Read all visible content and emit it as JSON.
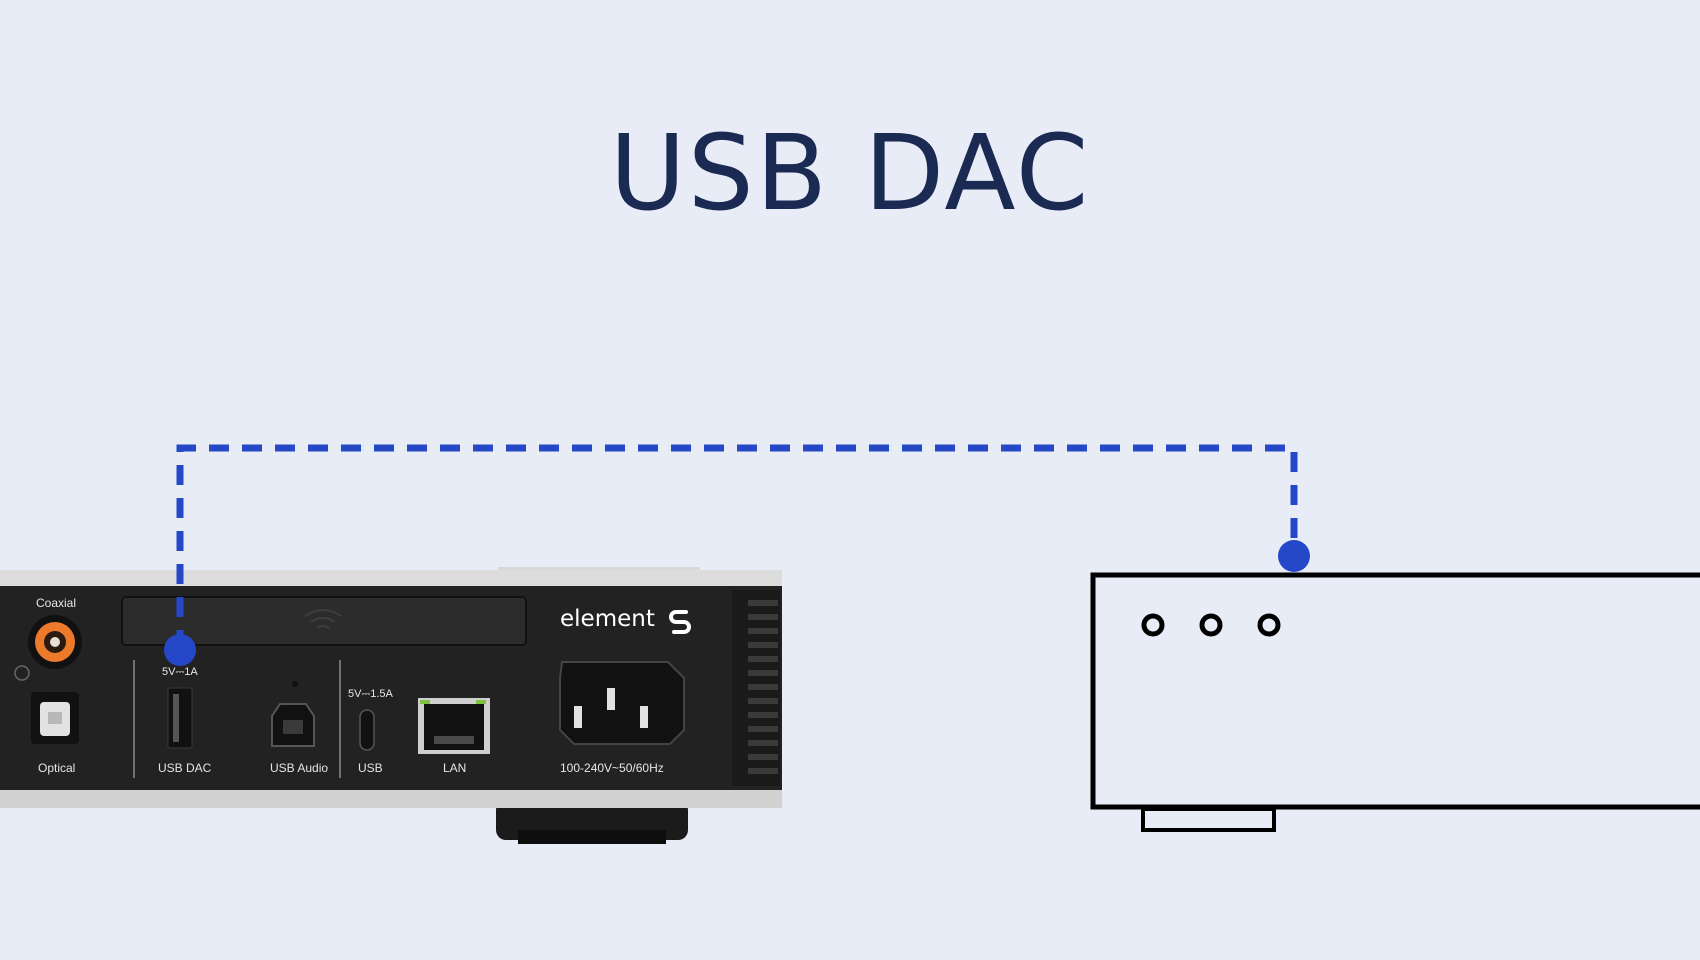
{
  "title": "USB DAC",
  "colors": {
    "background": "#e8ecf7",
    "title": "#1a2a52",
    "connection": "#2448c8",
    "device_outline": "#000000",
    "panel": "#222222"
  },
  "source_device": {
    "brand": "element",
    "brand_mark_icon": "s-logo-icon",
    "wifi_icon": "wifi-icon",
    "ports": {
      "coaxial": "Coaxial",
      "optical": "Optical",
      "usb_dac_rating": "5V⎓1A",
      "usb_dac": "USB DAC",
      "usb_audio": "USB Audio",
      "usb_rating": "5V⎓1.5A",
      "usb": "USB",
      "lan": "LAN",
      "power": "100-240V~50/60Hz"
    }
  },
  "target_device": {
    "icon": "dac-device-icon",
    "indicators": 3
  },
  "connection": {
    "from": "USB DAC",
    "to": "DAC",
    "style": "dashed"
  }
}
